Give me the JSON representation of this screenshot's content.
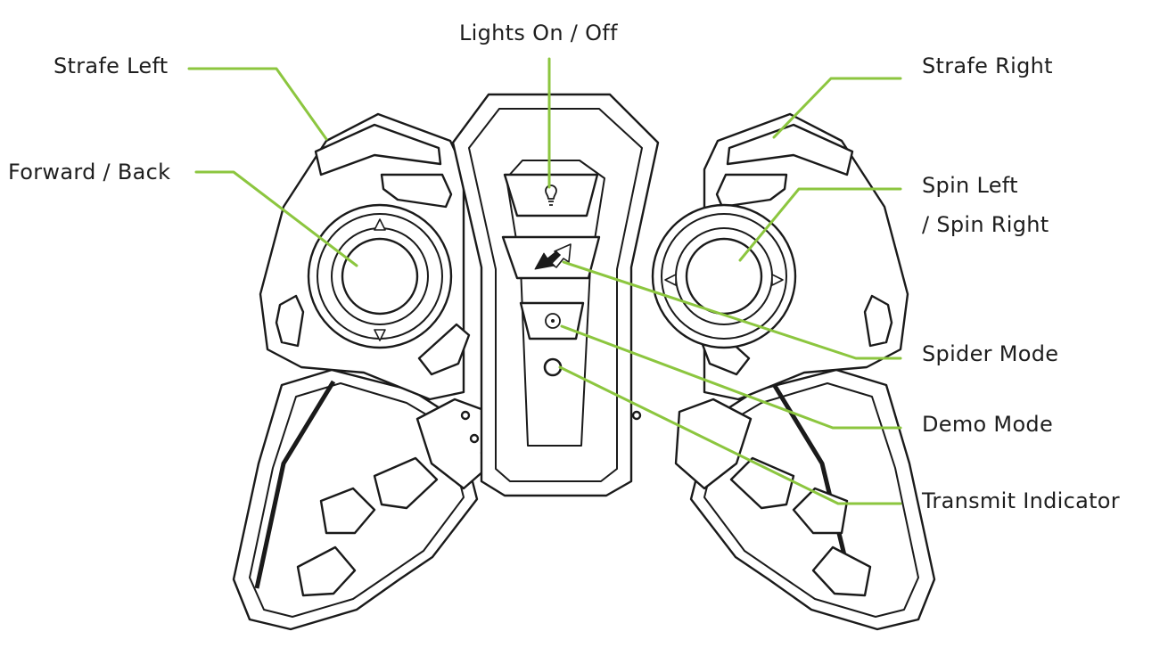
{
  "labels": {
    "lights": "Lights On / Off",
    "strafe_left": "Strafe Left",
    "strafe_right": "Strafe Right",
    "forward_back": "Forward / Back",
    "spin_line1": "Spin Left",
    "spin_line2": "/ Spin Right",
    "spider_mode": "Spider Mode",
    "demo_mode": "Demo Mode",
    "transmit_indicator": "Transmit Indicator"
  },
  "colors": {
    "leader_line": "#8cc63f",
    "outline": "#1a1a1a",
    "text": "#1e1e1e"
  },
  "icons": {
    "lights_button": "light-bulb-icon",
    "spider_button": "spider-mode-arrows-icon",
    "demo_button": "demo-mode-icon",
    "indicator": "transmit-indicator-icon"
  }
}
